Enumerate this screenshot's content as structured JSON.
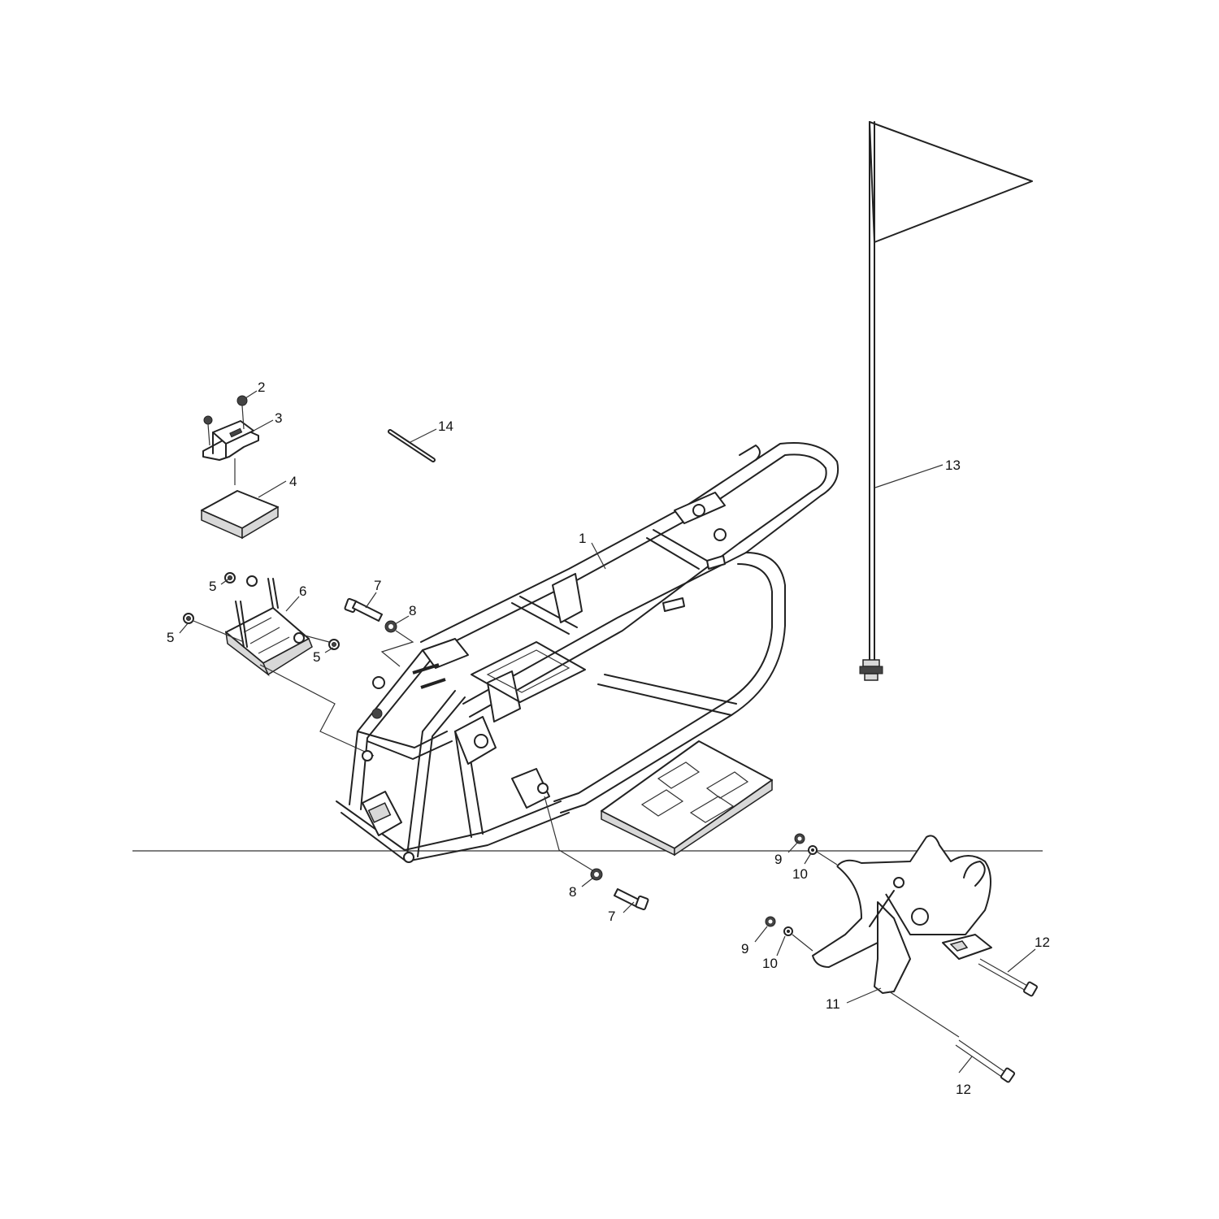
{
  "callouts": [
    {
      "id": "c1",
      "text": "1"
    },
    {
      "id": "c2",
      "text": "2"
    },
    {
      "id": "c3",
      "text": "3"
    },
    {
      "id": "c4",
      "text": "4"
    },
    {
      "id": "c5a",
      "text": "5"
    },
    {
      "id": "c5b",
      "text": "5"
    },
    {
      "id": "c5c",
      "text": "5"
    },
    {
      "id": "c6",
      "text": "6"
    },
    {
      "id": "c7a",
      "text": "7"
    },
    {
      "id": "c8a",
      "text": "8"
    },
    {
      "id": "c8b",
      "text": "8"
    },
    {
      "id": "c7b",
      "text": "7"
    },
    {
      "id": "c9a",
      "text": "9"
    },
    {
      "id": "c10a",
      "text": "10"
    },
    {
      "id": "c9b",
      "text": "9"
    },
    {
      "id": "c10b",
      "text": "10"
    },
    {
      "id": "c11",
      "text": "11"
    },
    {
      "id": "c12a",
      "text": "12"
    },
    {
      "id": "c12b",
      "text": "12"
    },
    {
      "id": "c13",
      "text": "13"
    },
    {
      "id": "c14",
      "text": "14"
    }
  ]
}
